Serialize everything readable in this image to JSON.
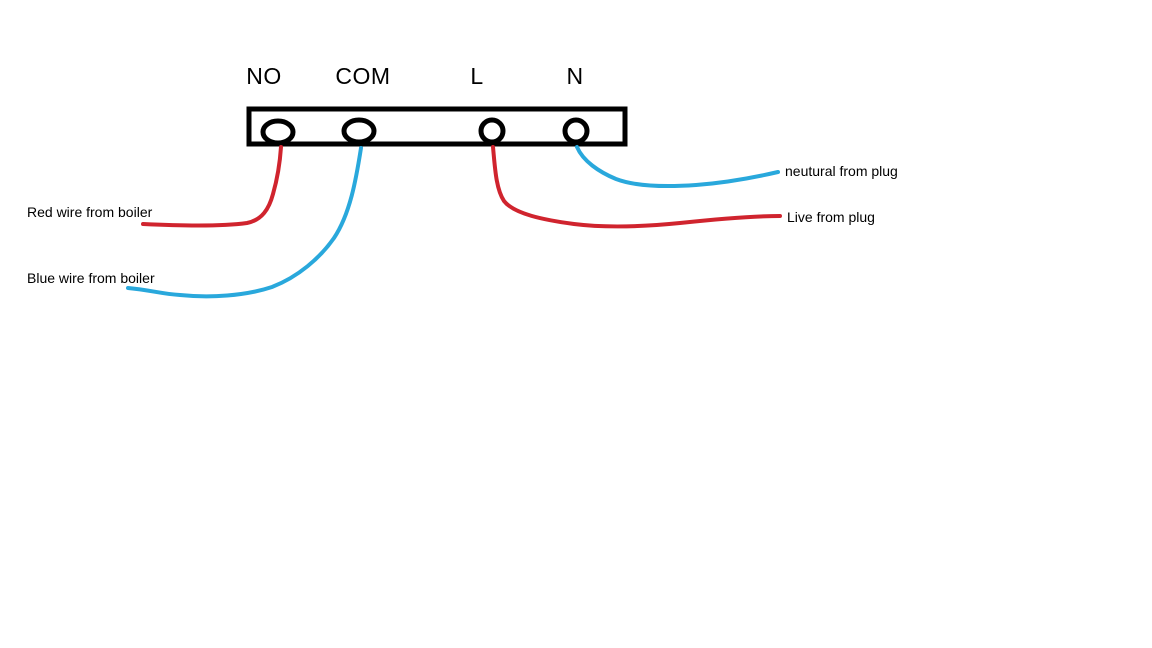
{
  "canvas": {
    "background": "#ffffff"
  },
  "colors": {
    "outline": "#000000",
    "red": "#d0242e",
    "blue": "#29a8dc",
    "text": "#000000"
  },
  "terminal_block": {
    "terminals": [
      {
        "label": "NO"
      },
      {
        "label": "COM"
      },
      {
        "label": "L"
      },
      {
        "label": "N"
      }
    ]
  },
  "wires": [
    {
      "label": "Red wire from boiler",
      "color": "red",
      "terminal": "NO",
      "side": "left"
    },
    {
      "label": "Blue wire from boiler",
      "color": "blue",
      "terminal": "COM",
      "side": "left"
    },
    {
      "label": "neutural from plug",
      "color": "blue",
      "terminal": "N",
      "side": "right"
    },
    {
      "label": "Live from plug",
      "color": "red",
      "terminal": "L",
      "side": "right"
    }
  ]
}
